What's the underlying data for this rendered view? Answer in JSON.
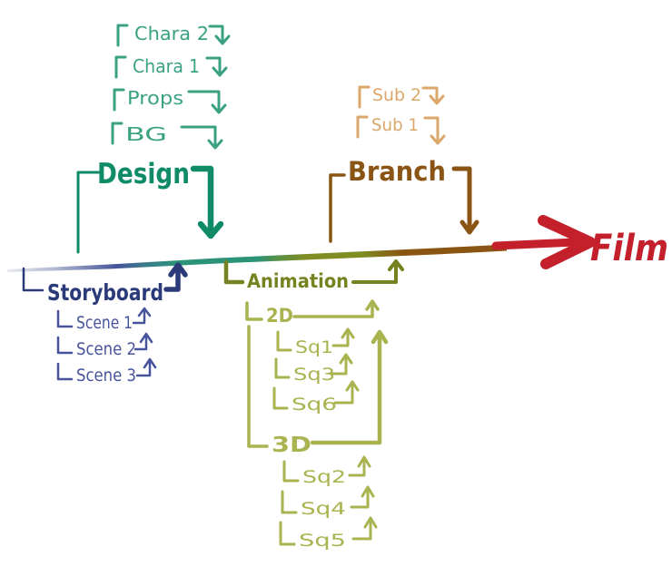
{
  "diagram": {
    "film_label": "Film",
    "design": {
      "label": "Design",
      "items": [
        "Chara 2",
        "Chara 1",
        "Props",
        "BG"
      ]
    },
    "branch": {
      "label": "Branch",
      "items": [
        "Sub 2",
        "Sub 1"
      ]
    },
    "storyboard": {
      "label": "Storyboard",
      "items": [
        "Scene 1",
        "Scene 2",
        "Scene 3"
      ]
    },
    "animation": {
      "label": "Animation",
      "groups": [
        {
          "label": "2D",
          "items": [
            "Sq1",
            "Sq3",
            "Sq6"
          ]
        },
        {
          "label": "3D",
          "items": [
            "Sq2",
            "Sq4",
            "Sq5"
          ]
        }
      ]
    },
    "colors": {
      "design_main": "#0f8c67",
      "design_item": "#3ba183",
      "storyboard_main": "#2b3b79",
      "storyboard_item": "#47549b",
      "animation_main": "#75821f",
      "animation_item": "#a9b350",
      "branch_main": "#8a5414",
      "branch_item": "#dba76b",
      "film_red": "#c4202c",
      "timeline_start": "#e9ebf2",
      "timeline_navy": "#46549a",
      "timeline_teal": "#2b9478",
      "timeline_olive": "#7f8d22",
      "timeline_brown": "#8a5513"
    }
  }
}
